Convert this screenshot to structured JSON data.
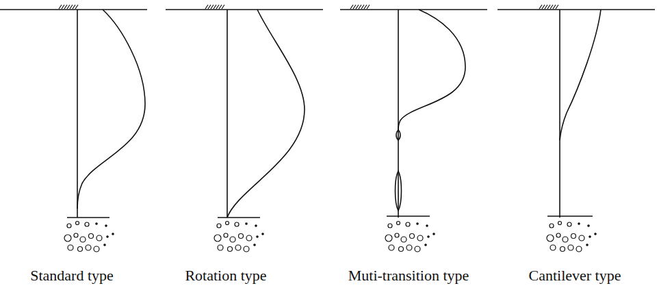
{
  "diagram": {
    "labels": [
      "Standard type",
      "Rotation type",
      "Muti-transition type",
      "Cantilever type"
    ]
  }
}
